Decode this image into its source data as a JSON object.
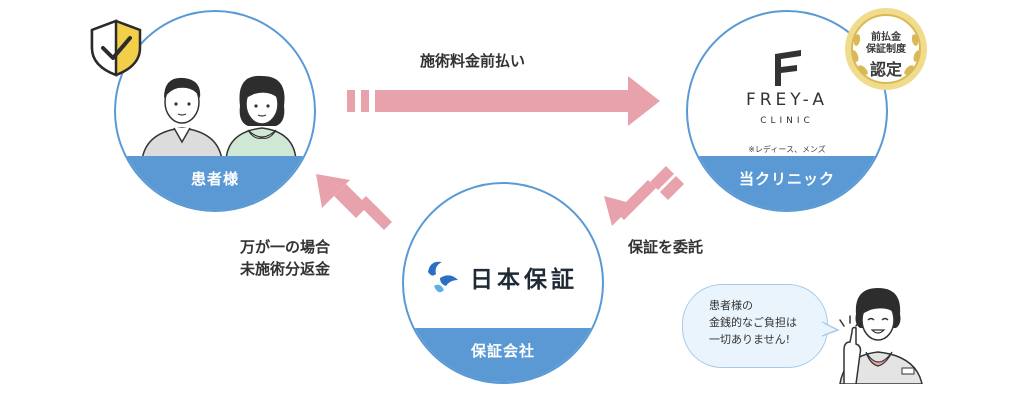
{
  "nodes": {
    "patient": {
      "label": "患者様"
    },
    "clinic": {
      "label": "当クリニック",
      "logo_name": "FREY-A",
      "logo_sub": "CLINIC",
      "note": "※レディース、メンズ"
    },
    "guarantor": {
      "label": "保証会社",
      "logo_text": "日本保証"
    }
  },
  "flows": {
    "prepay": "施術料金前払い",
    "entrust": "保証を委託",
    "refund_line1": "万が一の場合",
    "refund_line2": "未施術分返金"
  },
  "badge": {
    "line1": "前払金",
    "line2": "保証制度",
    "line3": "認定"
  },
  "speech": {
    "line1": "患者様の",
    "line2": "金銭的なご負担は",
    "line3": "一切ありません!"
  },
  "colors": {
    "node_blue": "#5a99d4",
    "arrow_pink": "#e8a2ab",
    "badge_gold": "#d9b955",
    "shield_yellow": "#f2cf4a"
  }
}
